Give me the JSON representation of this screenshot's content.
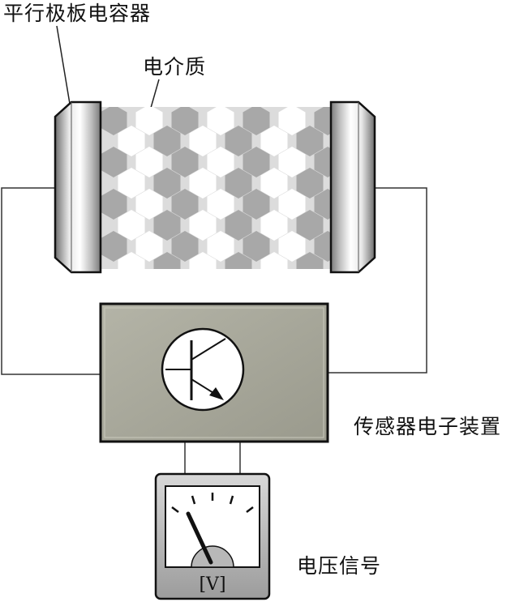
{
  "labels": {
    "capacitor": "平行极板电容器",
    "dielectric": "电介质",
    "sensor": "传感器电子装置",
    "voltage": "电压信号"
  },
  "meter": {
    "unit_label": "[V]"
  },
  "colors": {
    "sensor_box": "#a5a598",
    "dielectric_bg": "#dcdcdc",
    "hex_dark": "#a8a8a8",
    "hex_white": "#ffffff",
    "plate_metal": "#c8c8c8",
    "needle": "#111111"
  }
}
